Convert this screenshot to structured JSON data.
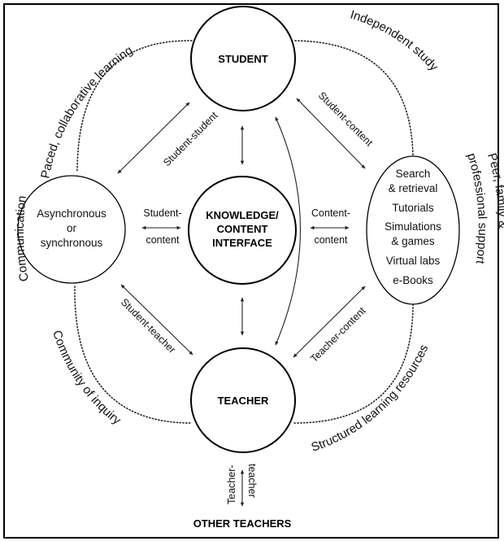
{
  "nodes": {
    "student": "STUDENT",
    "knowledge": [
      "KNOWLEDGE/",
      "CONTENT",
      "INTERFACE"
    ],
    "teacher": "TEACHER",
    "other_teachers": "OTHER TEACHERS",
    "async": [
      "Asynchronous",
      "or",
      "synchronous"
    ],
    "resources": [
      "Search",
      "& retrieval",
      "Tutorials",
      "Simulations",
      "& games",
      "Virtual labs",
      "e-Books"
    ]
  },
  "interactions": {
    "student_student": "Student-student",
    "student_content_diag": "Student-content",
    "student_content_left": [
      "Student-",
      "content"
    ],
    "content_content": [
      "Content-",
      "content"
    ],
    "student_teacher": "Student-teacher",
    "teacher_content": "Teacher-content",
    "teacher_teacher": [
      "Teacher-",
      "teacher"
    ]
  },
  "arc_labels": {
    "top_left": "Paced, collaborative learning",
    "top_right": "Independent study",
    "left": "Communication",
    "right_line1": "Peer, family &",
    "right_line2": "professional support",
    "bottom_left": "Community of inquiry",
    "bottom_right": "Structured learning resources"
  }
}
